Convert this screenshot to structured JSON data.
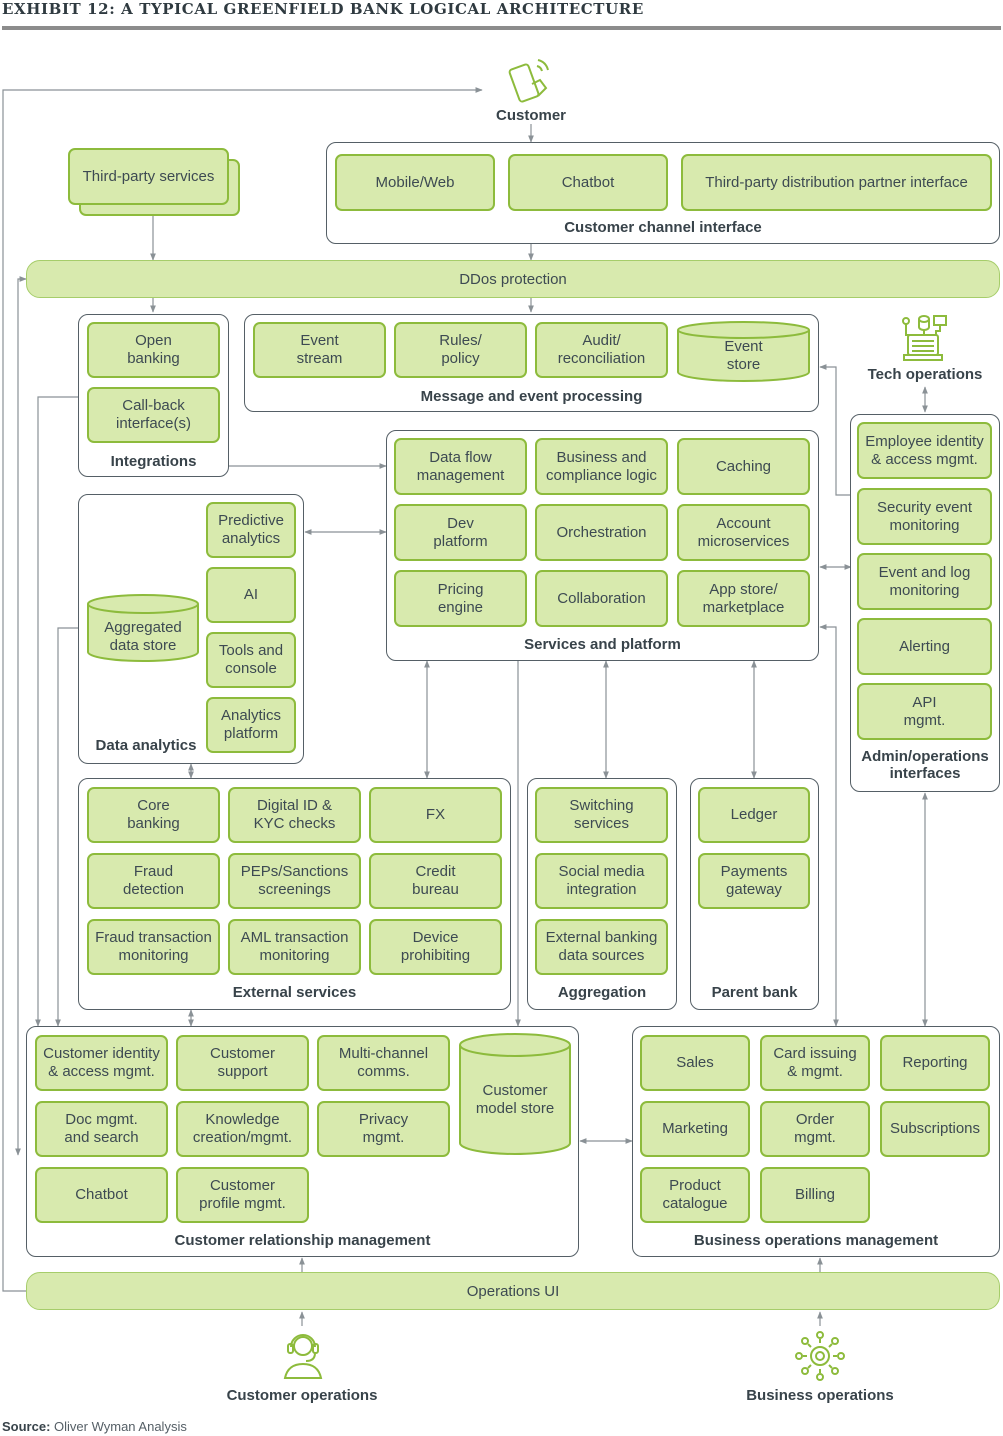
{
  "title": "EXHIBIT 12: A TYPICAL GREENFIELD BANK LOGICAL ARCHITECTURE",
  "actors": {
    "customer": "Customer",
    "tech_operations": "Tech operations",
    "customer_operations": "Customer operations",
    "business_operations": "Business operations"
  },
  "third_party": "Third-party services",
  "customer_channel": {
    "label": "Customer channel interface",
    "items": [
      "Mobile/Web",
      "Chatbot",
      "Third-party distribution partner interface"
    ]
  },
  "ddos": "DDos protection",
  "integrations": {
    "label": "Integrations",
    "items": [
      "Open\nbanking",
      "Call-back\ninterface(s)"
    ]
  },
  "message_event": {
    "label": "Message and event processing",
    "items": [
      "Event\nstream",
      "Rules/\npolicy",
      "Audit/\nreconciliation"
    ],
    "store": "Event\nstore"
  },
  "services_platform": {
    "label": "Services and platform",
    "items": [
      "Data flow\nmanagement",
      "Business and\ncompliance logic",
      "Caching",
      "Dev\nplatform",
      "Orchestration",
      "Account\nmicroservices",
      "Pricing\nengine",
      "Collaboration",
      "App store/\nmarketplace"
    ]
  },
  "data_analytics": {
    "label": "Data analytics",
    "items": [
      "Predictive\nanalytics",
      "AI",
      "Tools and\nconsole",
      "Analytics\nplatform"
    ],
    "store": "Aggregated\ndata store"
  },
  "admin_ops": {
    "label": "Admin/operations\ninterfaces",
    "items": [
      "Employee identity\n& access mgmt.",
      "Security event\nmonitoring",
      "Event and log\nmonitoring",
      "Alerting",
      "API\nmgmt."
    ]
  },
  "external_services": {
    "label": "External services",
    "items": [
      "Core\nbanking",
      "Digital ID &\nKYC checks",
      "FX",
      "Fraud\ndetection",
      "PEPs/Sanctions\nscreenings",
      "Credit\nbureau",
      "Fraud transaction\nmonitoring",
      "AML transaction\nmonitoring",
      "Device\nprohibiting"
    ]
  },
  "aggregation": {
    "label": "Aggregation",
    "items": [
      "Switching\nservices",
      "Social media\nintegration",
      "External banking\ndata sources"
    ]
  },
  "parent_bank": {
    "label": "Parent bank",
    "items": [
      "Ledger",
      "Payments\ngateway"
    ]
  },
  "crm": {
    "label": "Customer relationship management",
    "items": [
      "Customer identity\n& access mgmt.",
      "Customer\nsupport",
      "Multi-channel\ncomms.",
      "Doc mgmt.\nand search",
      "Knowledge\ncreation/mgmt.",
      "Privacy\nmgmt.",
      "Chatbot",
      "Customer\nprofile mgmt."
    ],
    "store": "Customer\nmodel store"
  },
  "bom": {
    "label": "Business operations management",
    "items": [
      "Sales",
      "Card issuing\n& mgmt.",
      "Reporting",
      "Marketing",
      "Order\nmgmt.",
      "Subscriptions",
      "Product\ncatalogue",
      "Billing"
    ]
  },
  "operations_ui": "Operations UI",
  "source": {
    "label": "Source:",
    "text": "Oliver Wyman Analysis"
  },
  "colors": {
    "fill": "#d8eaae",
    "stroke": "#8dbb3c",
    "text": "#3d4a52",
    "frame": "#555f66",
    "rule": "#8c8c8c",
    "arrow": "#8a9196"
  }
}
